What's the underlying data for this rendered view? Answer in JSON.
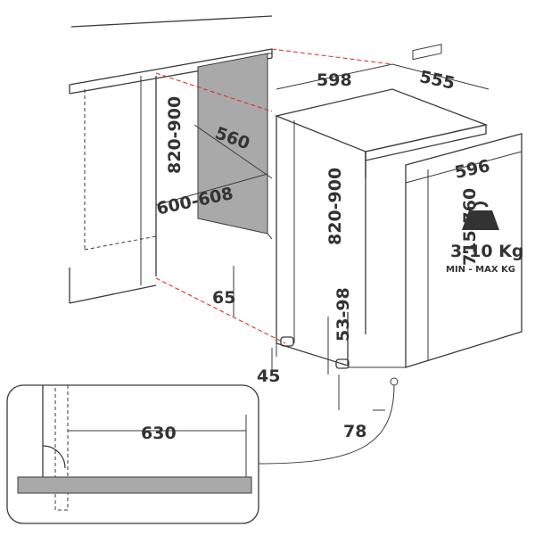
{
  "dimensions": {
    "top_width": "598",
    "top_depth": "555",
    "niche_depth": "560",
    "niche_height": "820-900",
    "niche_width": "600-608",
    "appliance_height": "820-900",
    "door_width": "596",
    "door_height": "715-760",
    "plinth_65": "65",
    "foot_45": "45",
    "plinth_53_98": "53-98",
    "door_gap_78": "78",
    "detail_630": "630"
  },
  "weight": {
    "value": "3-10 Kg",
    "caption": "MIN - MAX KG"
  },
  "colors": {
    "line": "#3a3a3a",
    "guide": "#e0301e",
    "panel": "#a9a9a9",
    "text": "#333333"
  }
}
